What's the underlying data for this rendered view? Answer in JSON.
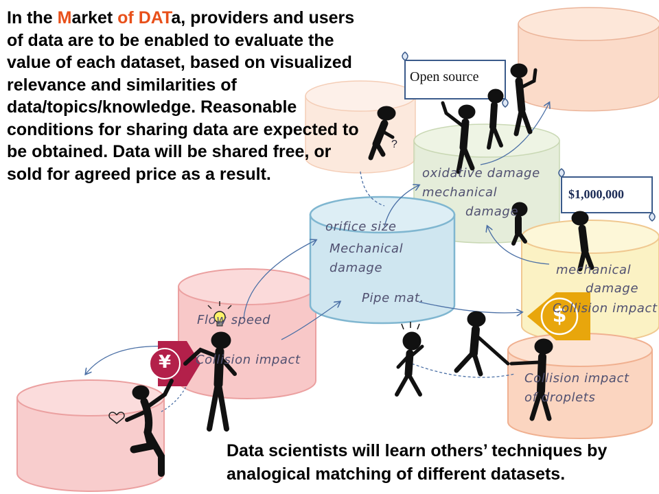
{
  "intro": {
    "in_the": "In the ",
    "m": "M",
    "arket": "arket ",
    "of": "of",
    "space": " ",
    "dat": "DAT",
    "rest": "a, providers and users of data are to be enabled to evaluate the value of each dataset, based on visualized relevance and similarities of data/topics/knowledge. Reasonable conditions for sharing data are expected to be obtained. Data will be shared free, or sold for agreed price as a result."
  },
  "footer": "Data scientists will learn others’ techniques by analogical matching of different datasets.",
  "scrolls": {
    "open_source": "Open source",
    "price": "$1,000,000"
  },
  "labels": {
    "flow_speed": "Flow speed",
    "collision_impact": "Collision impact",
    "orifice_size": "orifice size",
    "mechanical_damage_1": "Mechanical",
    "mechanical_damage_2": "damage",
    "pipe_mat": "Pipe mat.",
    "oxidative_damage": "oxidative damage",
    "mechanical_2": "mechanical",
    "damage_2": "damage",
    "mechanical_3": "mechanical",
    "damage_3": "damage",
    "collision_impact_right": "Collision impact",
    "collision_impact_droplets_1": "Collision impact",
    "collision_impact_droplets_2": "of droplets",
    "question": "?"
  },
  "badges": {
    "yen": "¥",
    "dollar": "$"
  },
  "colors": {
    "highlight": "#e8501a",
    "pink_cylinder": "#f8c8c8",
    "peach_cylinder": "#fbd5c0",
    "blue_cylinder": "#cfe6f0",
    "green_cylinder": "#e3ecd6",
    "yellow_cylinder": "#fbf2c4",
    "yen_badge": "#b3204a",
    "dollar_badge": "#e8a60c"
  }
}
